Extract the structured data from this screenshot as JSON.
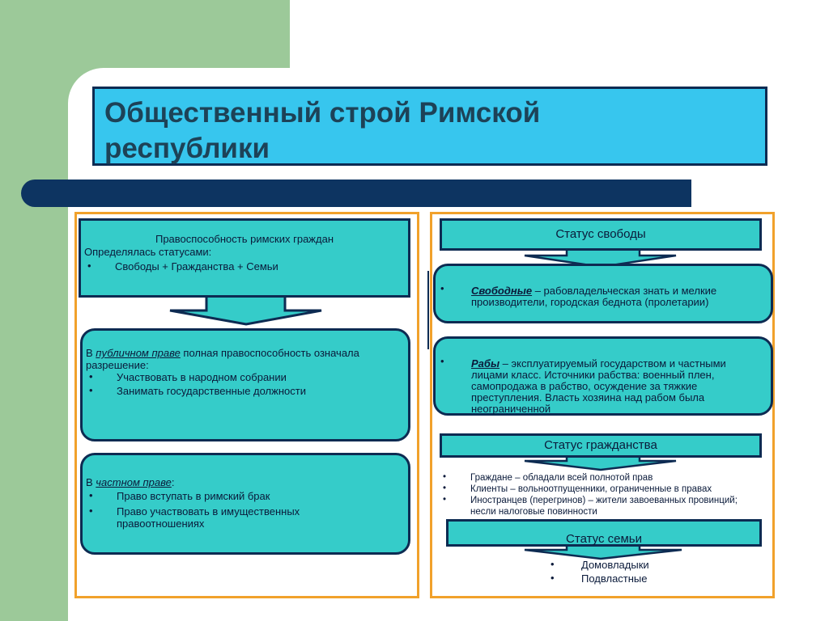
{
  "title": {
    "line1": "Общественный строй Римской",
    "line2": "республики"
  },
  "left": {
    "top_box": {
      "heading": "Правоспособность римских граждан",
      "intro": "Определялась статусами:",
      "item": "Свободы + Гражданства + Семьи"
    },
    "public_box": {
      "prefix": "В ",
      "term": "публичном праве",
      "text": " полная правоспособность означала разрешение:",
      "items": [
        "Участвовать в народном собрании",
        "Занимать государственные должности"
      ]
    },
    "private_box": {
      "prefix": "В ",
      "term": "частном праве",
      "suffix": ":",
      "items": [
        "Право вступать в римский брак",
        "Право участвовать в имущественных правоотношениях"
      ]
    }
  },
  "right": {
    "freedom": {
      "header": "Статус свободы",
      "free": {
        "term": "Свободные",
        "text": " – рабовладельческая знать и мелкие производители, городская беднота (пролетарии)"
      },
      "slaves": {
        "term": "Рабы",
        "text": " – эксплуатируемый государством и частными лицами класс. Источники рабства: военный плен, самопродажа в рабство, осуждение за тяжкие преступления. Власть хозяина над рабом была неограниченной"
      }
    },
    "citizenship": {
      "header": "Статус гражданства",
      "items": [
        "Граждане – обладали всей полнотой прав",
        "Клиенты – вольноотпущенники, ограниченные в правах",
        "Иностранцев (перегринов) – жители завоеванных провинций; несли налоговые повинности"
      ]
    },
    "family": {
      "header": "Статус семьи",
      "items": [
        "Домовладыки",
        "Подвластные"
      ]
    }
  }
}
